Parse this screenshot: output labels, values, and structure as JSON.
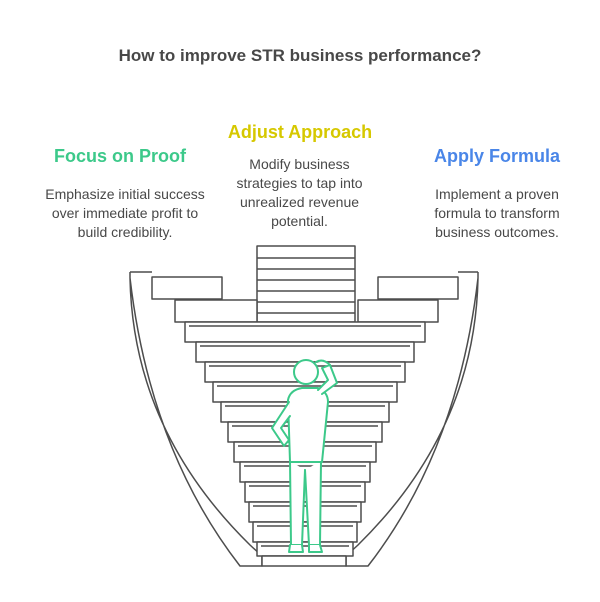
{
  "title": "How to improve STR business performance?",
  "sections": [
    {
      "heading": "Focus on Proof",
      "description": "Emphasize initial success over immediate profit to build credibility.",
      "color": "#3cc98a"
    },
    {
      "heading": "Adjust Approach",
      "description": "Modify business strategies to tap into unrealized revenue potential.",
      "color": "#d6c800"
    },
    {
      "heading": "Apply Formula",
      "description": "Implement a proven formula to transform business outcomes.",
      "color": "#4a86e8"
    }
  ],
  "illustration": {
    "subject": "person-looking-at-stairs",
    "stroke_color": "#4d4d4d",
    "figure_color": "#3cc98a"
  }
}
